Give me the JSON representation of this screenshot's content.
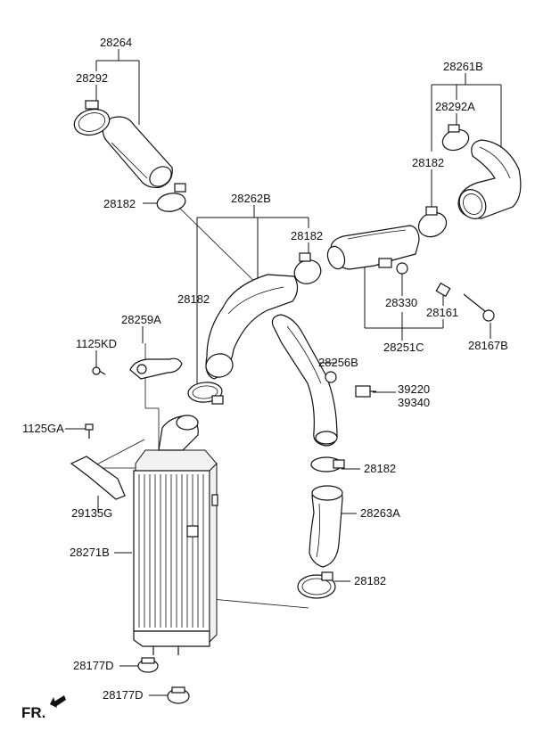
{
  "labels": {
    "p28264": "28264",
    "p28292": "28292",
    "p28261b": "28261B",
    "p28292a": "28292A",
    "p28182_a": "28182",
    "p28182_b": "28182",
    "p28262b": "28262B",
    "p28182_c": "28182",
    "p28182_d": "28182",
    "p28259a": "28259A",
    "p1125kd": "1125KD",
    "p28330": "28330",
    "p28161": "28161",
    "p28251c": "28251C",
    "p28167b": "28167B",
    "p28256b": "28256B",
    "p39220": "39220",
    "p39340": "39340",
    "p1125ga": "1125GA",
    "p28182_e": "28182",
    "p29135g": "29135G",
    "p28263a": "28263A",
    "p28271b": "28271B",
    "p28182_f": "28182",
    "p28177d_a": "28177D",
    "p28177d_b": "28177D"
  },
  "direction": {
    "fr": "FR."
  }
}
